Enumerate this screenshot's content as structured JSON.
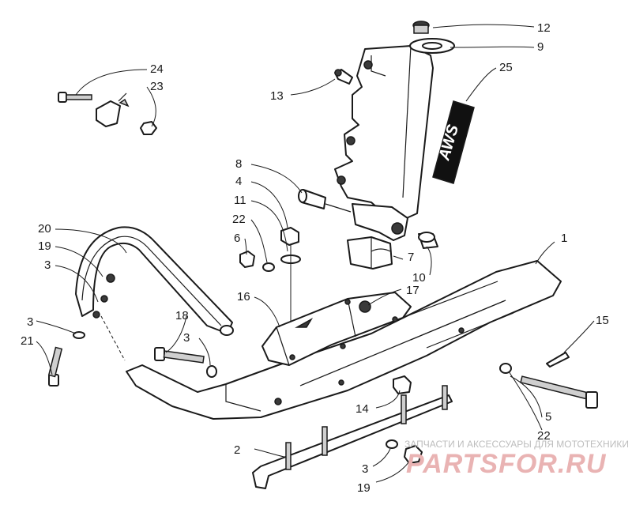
{
  "callouts": [
    {
      "id": "c12",
      "label": "12"
    },
    {
      "id": "c9",
      "label": "9"
    },
    {
      "id": "c25",
      "label": "25"
    },
    {
      "id": "c13",
      "label": "13"
    },
    {
      "id": "c24",
      "label": "24"
    },
    {
      "id": "c23",
      "label": "23"
    },
    {
      "id": "c8",
      "label": "8"
    },
    {
      "id": "c4",
      "label": "4"
    },
    {
      "id": "c11",
      "label": "11"
    },
    {
      "id": "c22a",
      "label": "22"
    },
    {
      "id": "c6",
      "label": "6"
    },
    {
      "id": "c20",
      "label": "20"
    },
    {
      "id": "c19a",
      "label": "19"
    },
    {
      "id": "c3a",
      "label": "3"
    },
    {
      "id": "c7",
      "label": "7"
    },
    {
      "id": "c10",
      "label": "10"
    },
    {
      "id": "c1",
      "label": "1"
    },
    {
      "id": "c16",
      "label": "16"
    },
    {
      "id": "c17",
      "label": "17"
    },
    {
      "id": "c18",
      "label": "18"
    },
    {
      "id": "c3b",
      "label": "3"
    },
    {
      "id": "c21",
      "label": "21"
    },
    {
      "id": "c3c",
      "label": "3"
    },
    {
      "id": "c15",
      "label": "15"
    },
    {
      "id": "c14",
      "label": "14"
    },
    {
      "id": "c5",
      "label": "5"
    },
    {
      "id": "c22b",
      "label": "22"
    },
    {
      "id": "c2",
      "label": "2"
    },
    {
      "id": "c3d",
      "label": "3"
    },
    {
      "id": "c19b",
      "label": "19"
    }
  ],
  "decal_text": "AWS",
  "watermark": {
    "caption": "ЗАПЧАСТИ И АКСЕССУАРЫ ДЛЯ МОТОТЕХНИКИ",
    "logo": "PARTSFOR.RU"
  },
  "colors": {
    "line": "#1a1a1a",
    "watermark_logo": "#e9b3b3",
    "watermark_caption": "#bdbdbd"
  }
}
